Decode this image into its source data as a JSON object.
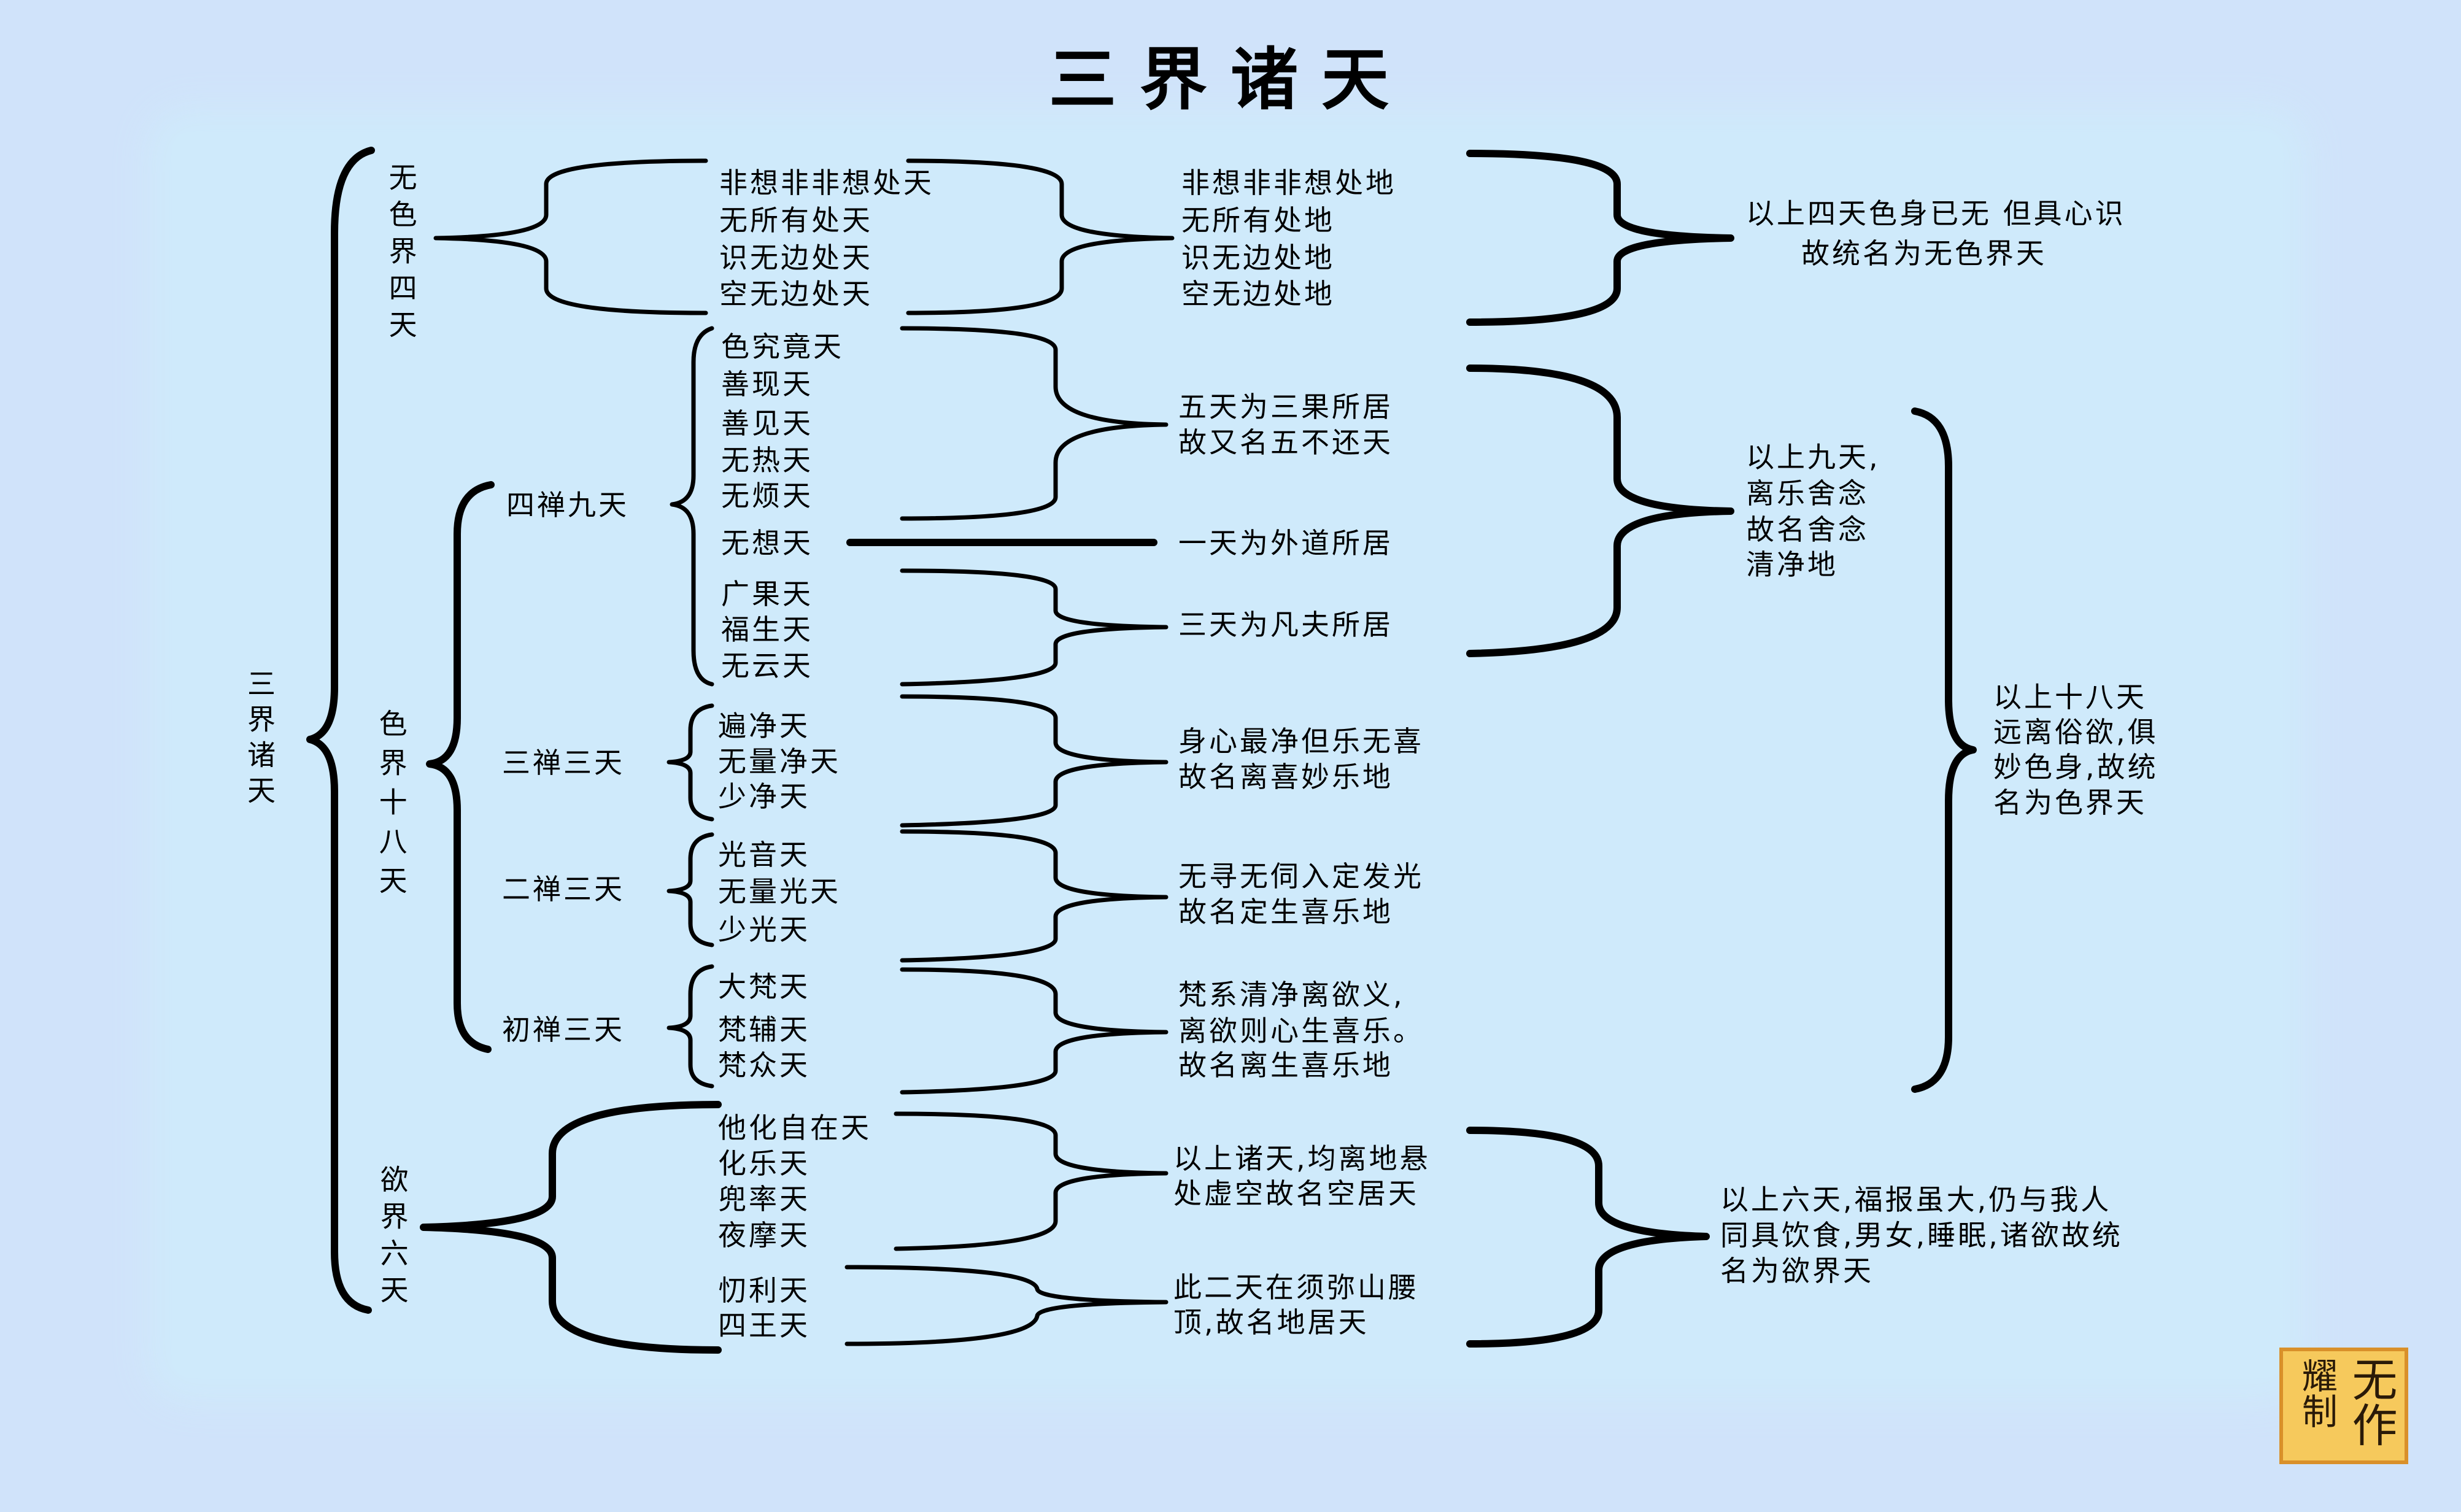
{
  "title": "三界诸天",
  "root": "三界诸天",
  "realms": {
    "formless": {
      "label": "无色界四天",
      "heavens": [
        "非想非非想处天",
        "无所有处天",
        "识无边处天",
        "空无边处天"
      ],
      "grounds": [
        "非想非非想处地",
        "无所有处地",
        "识无边处地",
        "空无边处地"
      ],
      "summary": [
        "以上四天色身已无 但具心识",
        "故统名为无色界天"
      ]
    },
    "form": {
      "label": "色界十八天",
      "fourth": {
        "label": "四禅九天",
        "group1": [
          "色究竟天",
          "善现天",
          "善见天",
          "无热天",
          "无烦天"
        ],
        "group1_note": [
          "五天为三果所居",
          "故又名五不还天"
        ],
        "single": "无想天",
        "single_note": "一天为外道所居",
        "group3": [
          "广果天",
          "福生天",
          "无云天"
        ],
        "group3_note": "三天为凡夫所居",
        "summary": [
          "以上九天,",
          "离乐舍念",
          "故名舍念",
          "清净地"
        ]
      },
      "third": {
        "label": "三禅三天",
        "heavens": [
          "遍净天",
          "无量净天",
          "少净天"
        ],
        "note": [
          "身心最净但乐无喜",
          "故名离喜妙乐地"
        ]
      },
      "second": {
        "label": "二禅三天",
        "heavens": [
          "光音天",
          "无量光天",
          "少光天"
        ],
        "note": [
          "无寻无伺入定发光",
          "故名定生喜乐地"
        ]
      },
      "first": {
        "label": "初禅三天",
        "heavens": [
          "大梵天",
          "梵辅天",
          "梵众天"
        ],
        "note": [
          "梵系清净离欲义,",
          "离欲则心生喜乐。",
          "故名离生喜乐地"
        ]
      },
      "summary": [
        "以上十八天",
        "远离俗欲,俱",
        "妙色身,故统",
        "名为色界天"
      ]
    },
    "desire": {
      "label": "欲界六天",
      "upper": [
        "他化自在天",
        "化乐天",
        "兜率天",
        "夜摩天"
      ],
      "upper_note": [
        "以上诸天,均离地悬",
        "处虚空故名空居天"
      ],
      "lower": [
        "忉利天",
        "四王天"
      ],
      "lower_note": [
        "此二天在须弥山腰",
        "顶,故名地居天"
      ],
      "summary": [
        "以上六天,福报虽大,仍与我人",
        "同具饮食,男女,睡眠,诸欲故统",
        "名为欲界天"
      ]
    }
  },
  "seal": {
    "main": "无作",
    "sub": "耀制"
  }
}
